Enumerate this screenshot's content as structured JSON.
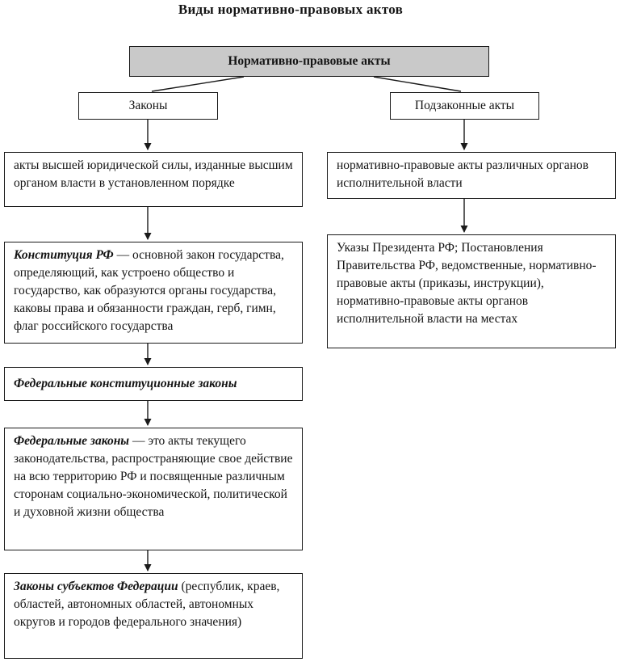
{
  "title": "Виды нормативно-правовых актов",
  "root": {
    "label": "Нормативно-правовые акты"
  },
  "branches": {
    "laws": {
      "label": "Законы"
    },
    "bylaws": {
      "label": "Подзаконные акты"
    }
  },
  "left_chain": [
    {
      "text": "акты высшей юридической силы, изданные высшим органом власти в установленном порядке"
    },
    {
      "lead": "Конституция РФ",
      "rest": " — основной закон государства, определяющий, как устроено общество и государство, как образуются органы государства, каковы права и обязанности граждан, герб, гимн, флаг российского государства"
    },
    {
      "lead": "Федеральные конституционные законы",
      "rest": ""
    },
    {
      "lead": "Федеральные законы",
      "rest": " — это акты текущего законодательства, распространяющие свое действие на всю территорию РФ и посвященные различным сторонам социально-экономической, политической и духовной жизни общества"
    },
    {
      "lead": "Законы субъектов Федерации",
      "rest": " (республик, краев, областей, автономных областей, автономных округов и городов федерального значения)"
    }
  ],
  "right_chain": [
    {
      "text": "нормативно-правовые акты различных органов исполнительной власти"
    },
    {
      "text": "Указы Президента РФ; Постановления Правительства РФ, ведомственные, нормативно-правовые акты (приказы, инструкции), нормативно-правовые акты органов исполнительной власти на местах"
    }
  ],
  "colors": {
    "root_box_bg": "#c9c9c9",
    "line_color": "#1a1a1a"
  }
}
